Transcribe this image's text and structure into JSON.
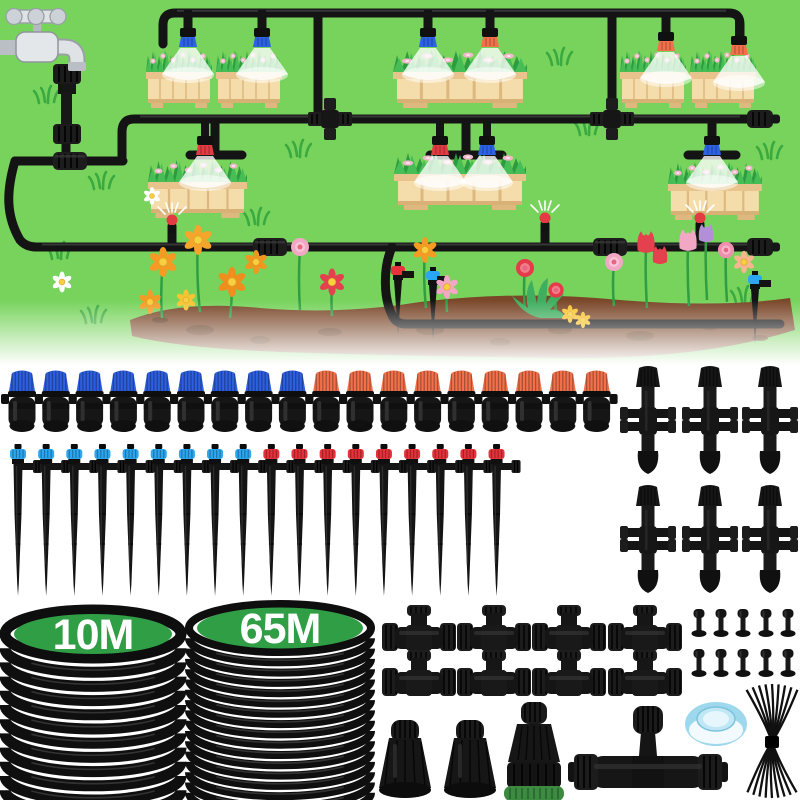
{
  "title": "Drip irrigation kit product illustration",
  "scene": {
    "background_color": "#77d35c",
    "elements": [
      "garden faucet",
      "black irrigation tubing network",
      "mist nozzles spraying over planter boxes",
      "flower bed with drip stakes"
    ],
    "planter_boxes": 7,
    "mist_nozzle_colors": {
      "blue": "#2d62e4",
      "orange": "#f2714b",
      "red": "#e23b42"
    },
    "tubing_color": "#141414",
    "faucet_color": "#e3e7ea"
  },
  "products": {
    "micro_drippers": {
      "blue_count": 9,
      "orange_count": 9,
      "blue_color": "#2d5fe0",
      "orange_color": "#f2714b"
    },
    "spike_stakes": {
      "blue_count": 9,
      "red_count": 9,
      "blue_color": "#2ba6f0",
      "red_color": "#e5323a"
    },
    "cross_connectors": {
      "count": 6,
      "rows": 2,
      "cols": 3,
      "color": "#161616"
    },
    "tee_connectors": {
      "count": 8,
      "rows": 2,
      "cols": 4,
      "color": "#1a1a1a"
    },
    "hole_plugs": {
      "count": 10,
      "rows": 2,
      "cols": 5,
      "color": "#141414"
    },
    "tubing_coils": [
      {
        "label": "10M",
        "label_color": "#ffffff",
        "disc_color": "#2f9e45",
        "loops": 11
      },
      {
        "label": "65M",
        "label_color": "#ffffff",
        "disc_color": "#2f9e45",
        "loops": 17
      }
    ],
    "end_caps": {
      "count": 2
    },
    "faucet_adapter": {
      "count": 1,
      "collar_color": "#3d8b41"
    },
    "barbed_tee": {
      "count": 1
    },
    "thread_seal_tape": {
      "count": 1,
      "color": "#9ed8ed"
    },
    "cable_ties": {
      "count": 1,
      "strands": 9
    }
  }
}
